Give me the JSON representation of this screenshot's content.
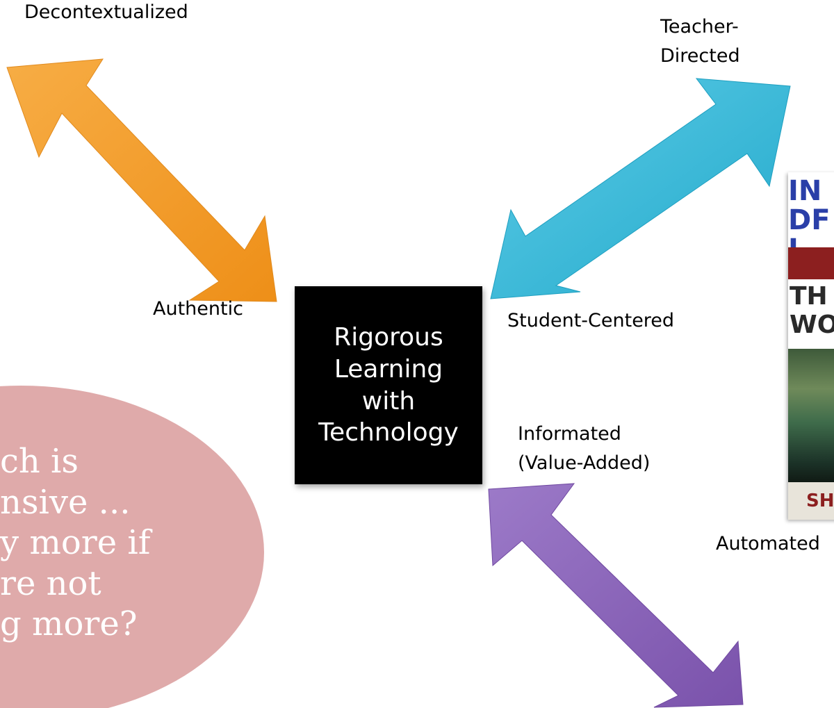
{
  "center": {
    "lines": [
      "Rigorous",
      "Learning",
      "with",
      "Technology"
    ]
  },
  "labels": {
    "decontextualized": "Decontextualized",
    "authentic": "Authentic",
    "teacher_directed": [
      "Teacher-",
      "Directed"
    ],
    "student_centered": "Student-Centered",
    "informated": [
      "Informated",
      "(Value-Added)"
    ],
    "automated": "Automated"
  },
  "bubble": {
    "lines": [
      "ch is",
      "nsive ...",
      "y more if",
      "re not",
      "g more?"
    ]
  },
  "book": {
    "title": "IN\nDF T\nI",
    "subtitle": "TH\nWOI",
    "author": "SH"
  },
  "colors": {
    "orange_arrow": "#f59d2a",
    "cyan_arrow": "#2eb6d6",
    "purple_arrow": "#8a64b8",
    "center_box": "#000000",
    "bubble": "#dca3a3"
  }
}
